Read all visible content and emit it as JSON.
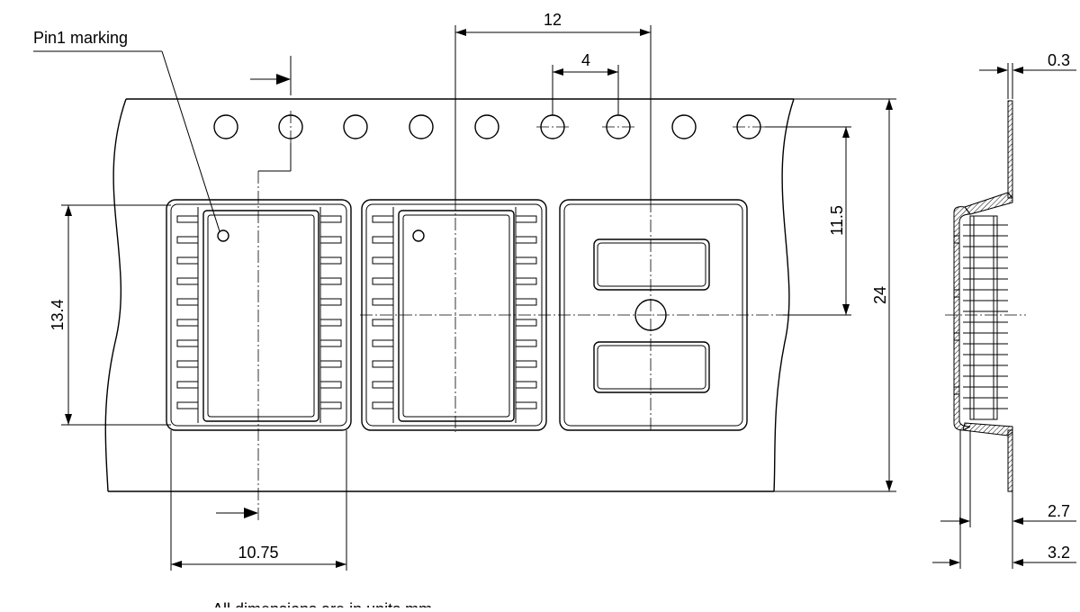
{
  "labels": {
    "pin1_marking": "Pin1 marking",
    "footnote": "All dimensions are in units mm"
  },
  "dimensions": {
    "pocket_pitch": "12",
    "hole_pitch": "4",
    "hole_to_center": "11.5",
    "tape_width": "24",
    "pocket_length": "13.4",
    "pocket_width": "10.75",
    "tape_thickness": "0.3",
    "pocket_depth": "2.7",
    "total_depth": "3.2"
  }
}
